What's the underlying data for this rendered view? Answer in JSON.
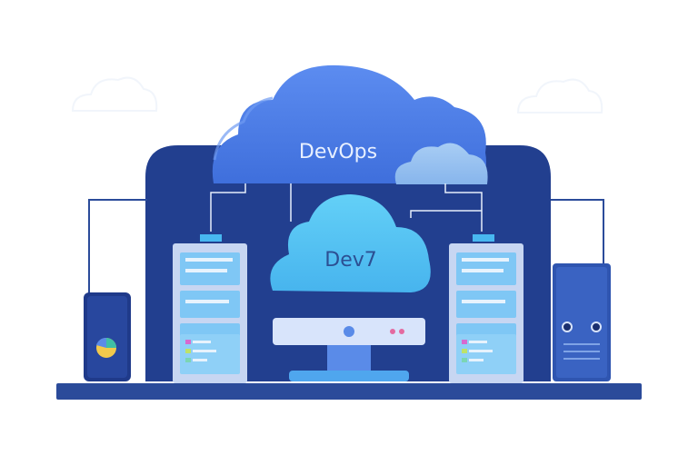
{
  "illustration": {
    "main_cloud_label": "DevOps",
    "inner_cloud_label": "Dev7"
  },
  "palette": {
    "navy": "#1f3a8a",
    "frame": "#223f8f",
    "cloud_main": "#4b7fe6",
    "cloud_inner": "#56c5f4",
    "server_body": "#c7d6f2",
    "panel": "#7fc7f5",
    "monitor": "#d8e4fb",
    "base": "#2b4b9a"
  },
  "icons": [
    "server-rack",
    "monitor",
    "cloud",
    "storage-tower",
    "computer-tower"
  ]
}
